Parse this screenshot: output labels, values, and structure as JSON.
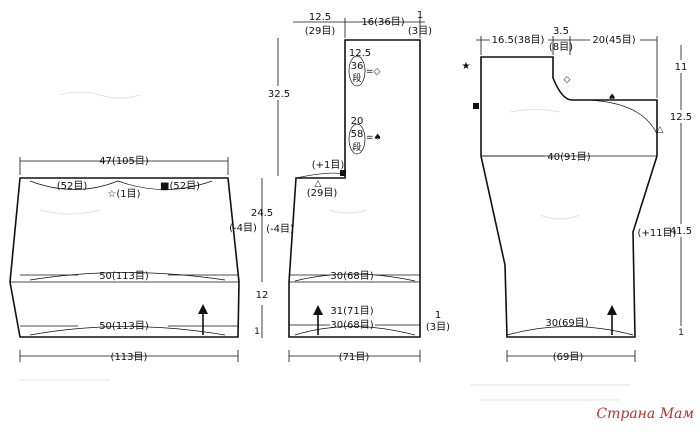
{
  "left_piece": {
    "top_width": "47(105目)",
    "left_half": "(52目)",
    "center_mark": "☆(1目)",
    "right_half": "■(52目)",
    "side_height": "24.5",
    "side_dec": "(-4目)",
    "mid_width": "50(113目)",
    "rib_height": "12",
    "bottom_width": "50(113目)",
    "hem_height": "1",
    "cast_on": "(113目)"
  },
  "middle_piece": {
    "top_left": "12.5",
    "top_left_sts": "(29目)",
    "top_mid": "16(36目)",
    "top_right": "1",
    "top_right_sts": "(3目)",
    "height_upper": "32.5",
    "upper_step": "12.5",
    "upper_rows": "36",
    "upper_rows_unit": "段",
    "upper_mark": "=◇",
    "lower_step": "20",
    "lower_rows": "58",
    "lower_rows_unit": "段",
    "lower_mark": "=♠",
    "inc": "(+1目)",
    "shoulder": "(29目)",
    "side_height": "24.5",
    "side_dec": "(-4目)",
    "mid_width": "30(68目)",
    "rib_height": "12",
    "inner": "31(71目)",
    "bottom_width": "30(68目)",
    "hem_right": "1",
    "hem_right_sts": "(3目)",
    "hem_height": "1",
    "cast_on": "(71目)"
  },
  "right_piece": {
    "top_left": "16.5(38目)",
    "notch": "3.5",
    "notch_sts": "(8目)",
    "top_right": "20(45目)",
    "h_top": "11",
    "h_cap": "12.5",
    "mid_width": "40(91目)",
    "inc": "(+11目)",
    "h_body": "41.5",
    "bottom_width": "30(69目)",
    "h_hem": "1",
    "cast_on": "(69目)"
  },
  "watermark": "Страна Мам"
}
